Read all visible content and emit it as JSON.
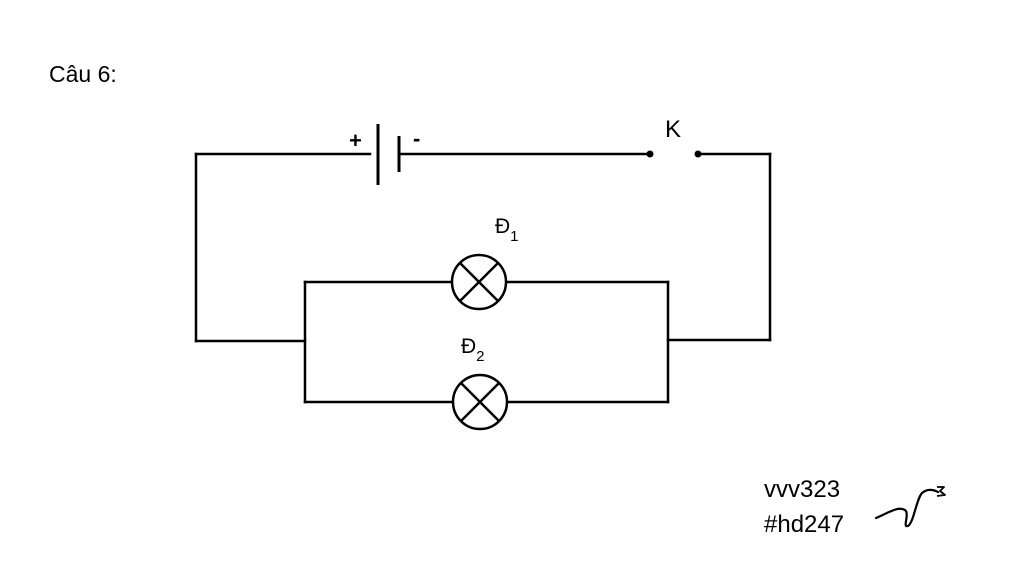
{
  "question": {
    "title": "Câu 6:"
  },
  "circuit": {
    "battery": {
      "positive_sign": "+",
      "negative_sign": "-"
    },
    "switch": {
      "label": "K"
    },
    "lamp1": {
      "label": "Đ",
      "subscript": "1"
    },
    "lamp2": {
      "label": "Đ",
      "subscript": "2"
    }
  },
  "watermark": {
    "user": "vvv323",
    "tag": "#hd247"
  },
  "colors": {
    "line": "#000000",
    "background": "#ffffff"
  }
}
